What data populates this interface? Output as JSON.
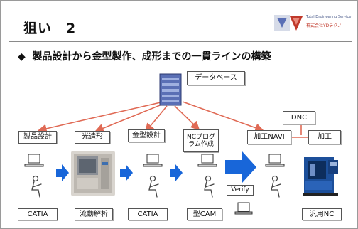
{
  "slide": {
    "title": "狙い　2",
    "subtitle": "製品設計から金型製作、成形までの一貫ラインの構築",
    "logo_line1": "Total Engineering Service",
    "logo_line2": "株式会社YDテクノ",
    "colors": {
      "accent_red": "#e06a55",
      "arrow_blue": "#1866d9",
      "server_blue": "#5a6fb5",
      "machine_blue": "#1c4f9a"
    }
  },
  "diagram": {
    "database_label": "データベース",
    "process_steps": [
      "製品設計",
      "光造形",
      "金型設計",
      "NCプログ\nラム作成",
      "加工NAVI",
      "加工"
    ],
    "dnc_label": "DNC",
    "verify_label": "Verify",
    "tools": [
      "CATIA",
      "流動解析",
      "CATIA",
      "型CAM",
      "汎用NC"
    ]
  }
}
